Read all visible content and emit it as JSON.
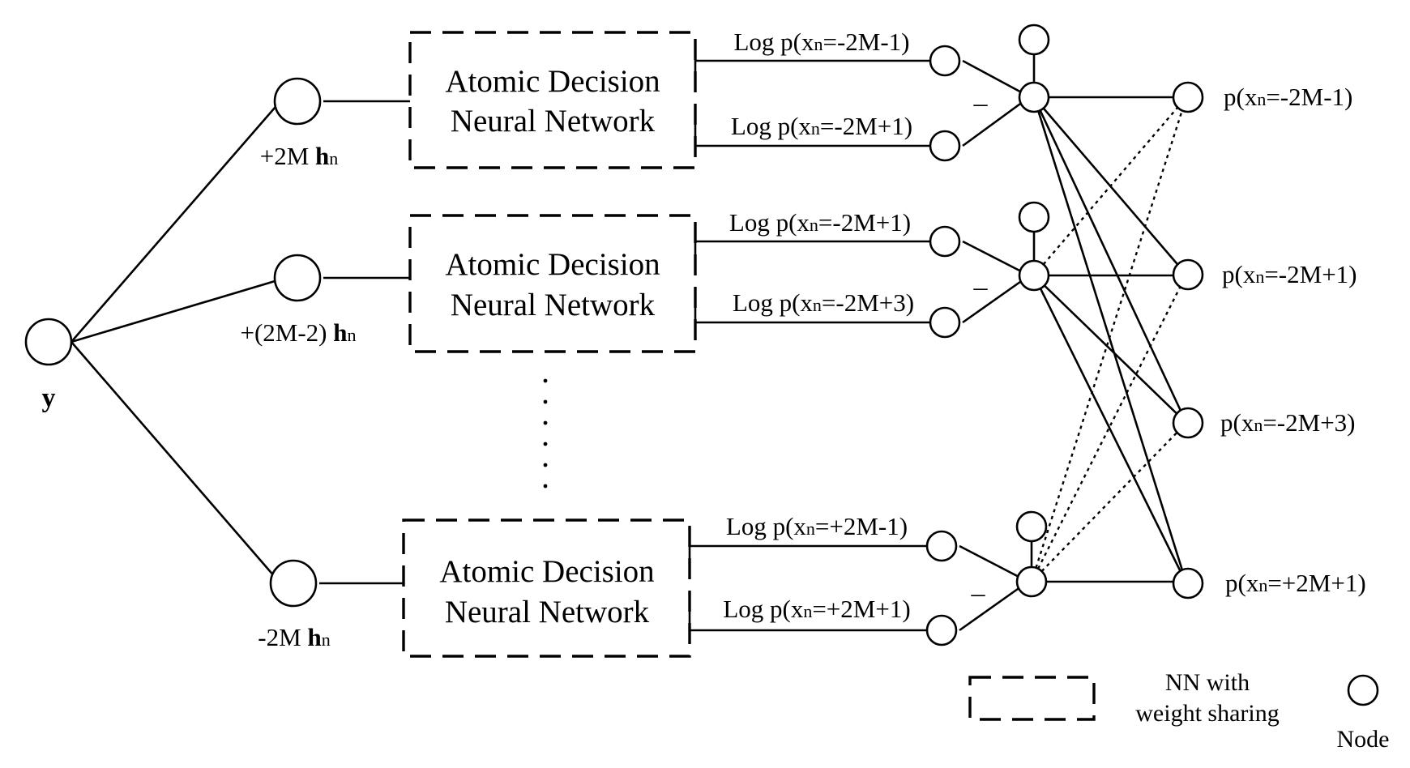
{
  "input": {
    "label": "y"
  },
  "branches": [
    {
      "scale": "+2M ",
      "h": "h",
      "sub": "n"
    },
    {
      "scale": "+(2M-2) ",
      "h": "h",
      "sub": "n"
    },
    {
      "scale": "-2M ",
      "h": "h",
      "sub": "n"
    }
  ],
  "blocks": [
    {
      "line1": "Atomic Decision",
      "line2": "Neural Network",
      "out_top": {
        "pre": "Log p(x",
        "sub": "n",
        "post": "=-2M-1)"
      },
      "out_bot": {
        "pre": "Log p(x",
        "sub": "n",
        "post": "=-2M+1)"
      }
    },
    {
      "line1": "Atomic Decision",
      "line2": "Neural Network",
      "out_top": {
        "pre": "Log p(x",
        "sub": "n",
        "post": "=-2M+1)"
      },
      "out_bot": {
        "pre": "Log p(x",
        "sub": "n",
        "post": "=-2M+3)"
      }
    },
    {
      "line1": "Atomic Decision",
      "line2": "Neural Network",
      "out_top": {
        "pre": "Log p(x",
        "sub": "n",
        "post": "=+2M-1)"
      },
      "out_bot": {
        "pre": "Log p(x",
        "sub": "n",
        "post": "=+2M+1)"
      }
    }
  ],
  "minus_symbol": "–",
  "outputs": [
    {
      "pre": "p(x",
      "sub": "n",
      "post": "=-2M-1)"
    },
    {
      "pre": "p(x",
      "sub": "n",
      "post": "=-2M+1)"
    },
    {
      "pre": "p(x",
      "sub": "n",
      "post": "=-2M+3)"
    },
    {
      "pre": "p(x",
      "sub": "n",
      "post": "=+2M+1)"
    }
  ],
  "legend": {
    "box_line1": "NN with",
    "box_line2": "weight sharing",
    "node_label": "Node"
  }
}
